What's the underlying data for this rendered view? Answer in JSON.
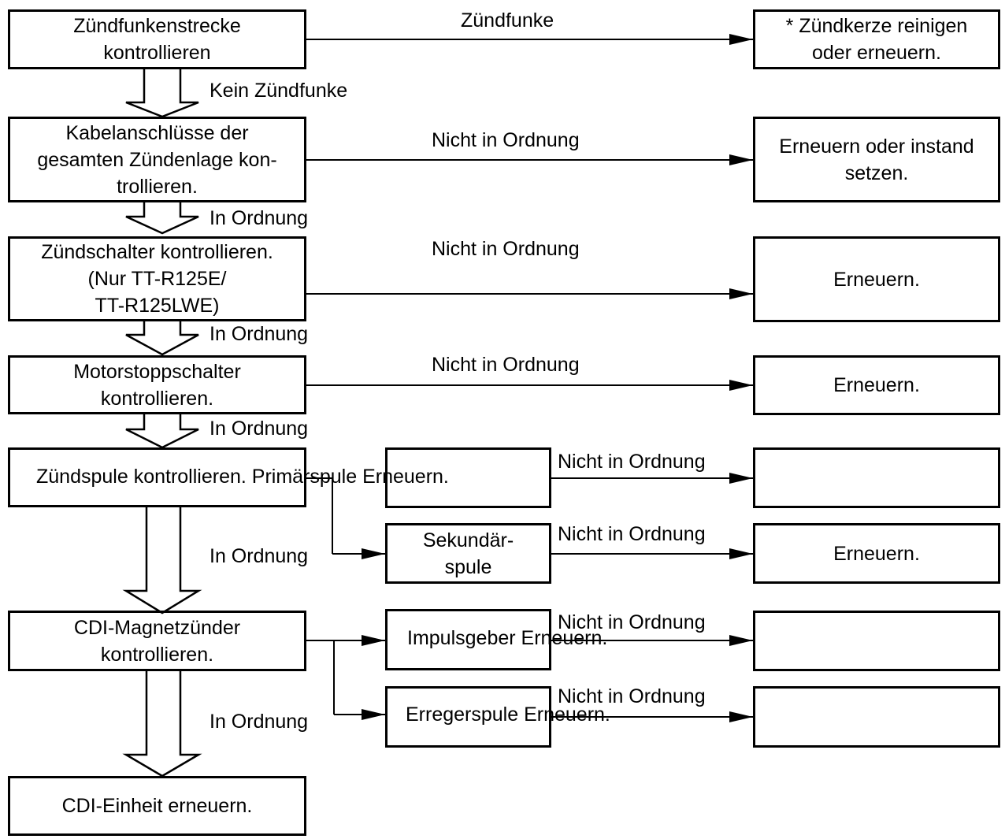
{
  "steps": {
    "s1": "Zündfunkenstrecke\nkontrollieren",
    "s2": "Kabelanschlüsse der\ngesamten Zündenlage kon-\ntrollieren.",
    "s3": "Zündschalter kontrollieren.\n(Nur TT-R125E/\nTT-R125LWE)",
    "s4": "Motorstoppschalter\nkontrollieren.",
    "s5": "Zündspule kontrollieren. Primärspule Erneuern.",
    "s6": "CDI-Magnetzünder\nkontrollieren.",
    "s7": "CDI-Einheit erneuern."
  },
  "sub": {
    "secondary": "Sekundär-\nspule",
    "pickup": "Impulsgeber Erneuern.",
    "exciter": "Erregerspule Erneuern."
  },
  "results": {
    "r1": "* Zündkerze reinigen\noder erneuern.",
    "r2": "Erneuern oder instand\nsetzen.",
    "r3": "Erneuern.",
    "r4": "Erneuern.",
    "r6": "Erneuern."
  },
  "labels": {
    "spark": "Zündfunke",
    "no_spark": "Kein Zündfunke",
    "ok": "In Ordnung",
    "not_ok": "Nicht in Ordnung"
  }
}
